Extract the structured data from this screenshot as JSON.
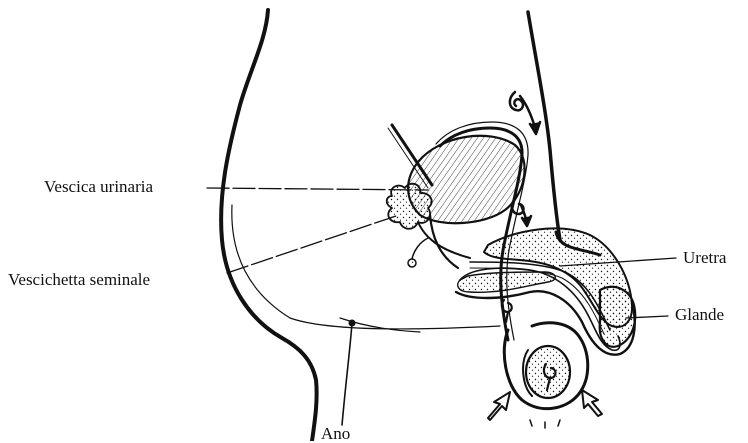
{
  "labels": {
    "vescica": "Vescica urinaria",
    "vescichetta": "Vescichetta seminale",
    "uretra": "Uretra",
    "glande": "Glande",
    "ano": "Ano"
  },
  "colors": {
    "ink": "#111111",
    "background": "#ffffff"
  }
}
